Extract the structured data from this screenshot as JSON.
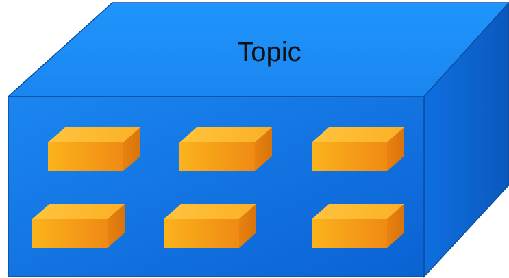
{
  "diagram": {
    "title": "Topic",
    "colors": {
      "container_front": "#0d74e6",
      "container_top": "#1a8ff5",
      "container_side": "#0a5fc4",
      "container_edge": "#0b4f9e",
      "block_front": "#f5a31a",
      "block_top": "#ffbe3a",
      "block_side": "#e07f10"
    },
    "blocks": [
      {
        "id": "block-1"
      },
      {
        "id": "block-2"
      },
      {
        "id": "block-3"
      },
      {
        "id": "block-4"
      },
      {
        "id": "block-5"
      },
      {
        "id": "block-6"
      }
    ]
  }
}
